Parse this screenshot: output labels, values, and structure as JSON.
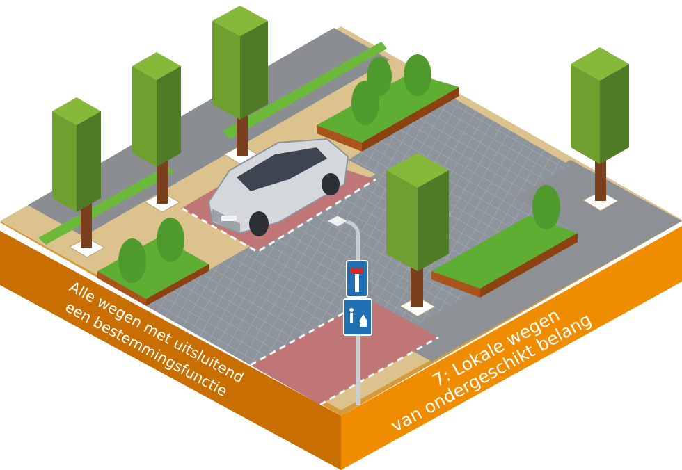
{
  "labels": {
    "left_line1": "Alle wegen met uitsluitend",
    "left_line2": "een bestemmingsfunctie",
    "right_line1": "7: Lokale wegen",
    "right_line2": "van ondergeschikt belang"
  },
  "colors": {
    "soil_front": "#d97b00",
    "soil_side": "#b86200",
    "paving": "#8e949c",
    "paving_grout": "#a8adb3",
    "asphalt": "#8a8d92",
    "sidewalk": "#e6cf9c",
    "red_zone": "#c07676",
    "grass": "#5fae34",
    "tree_top": "#86b83a",
    "tree_side_dark": "#4f7a26",
    "trunk": "#7a3f1c",
    "sign_blue": "#1f6fb2",
    "car_body": "#d4d7db"
  },
  "icons": {
    "sign_top": "dead-end-sign-icon",
    "sign_bottom": "residential-zone-sign-icon",
    "car": "car-icon",
    "street_lamp": "street-lamp-icon"
  }
}
